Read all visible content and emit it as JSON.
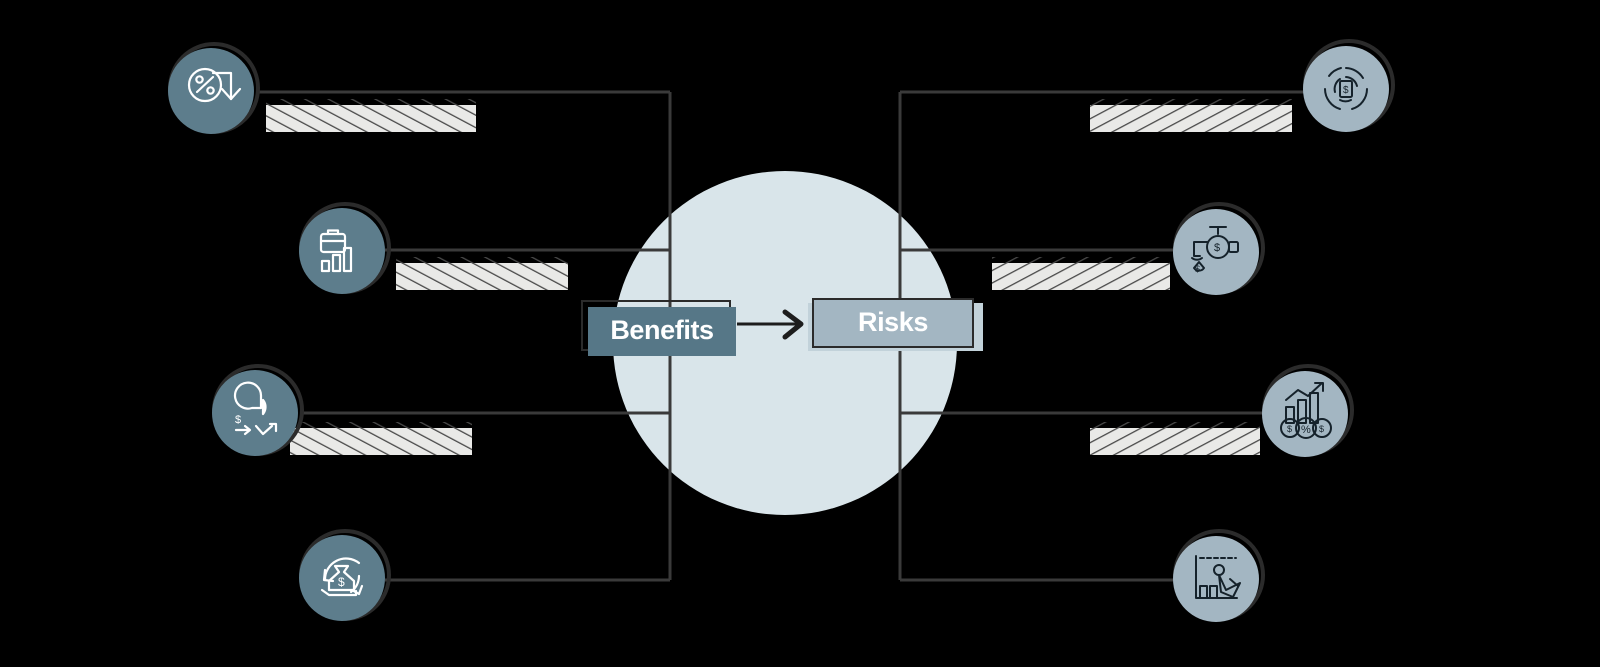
{
  "diagram": {
    "type": "comparison-mindmap",
    "title_center_left": "Benefits",
    "title_center_right": "Risks",
    "colors": {
      "background": "#000000",
      "center_circle": "#d9e5ea",
      "left_node_fill": "#5d7d8c",
      "left_node_stroke": "#2b2b2b",
      "right_node_fill": "#a3b6c2",
      "right_node_stroke": "#2b2b2b",
      "benefits_box_fill": "#567787",
      "risks_box_fill": "#a3b6c2",
      "connector_line": "#3a3a3a",
      "placeholder_bar": "#e9e9e7",
      "hatch_line": "#4a4a4a",
      "label_text": "#ffffff"
    }
  },
  "left_branch": {
    "heading": "Benefits",
    "items": [
      {
        "icon": "percent-down-arrow-icon",
        "placeholder": ""
      },
      {
        "icon": "briefcase-bar-chart-icon",
        "placeholder": ""
      },
      {
        "icon": "pie-chart-dollar-hand-icon",
        "placeholder": ""
      },
      {
        "icon": "money-bag-recycle-hand-icon",
        "placeholder": ""
      }
    ]
  },
  "right_branch": {
    "heading": "Risks",
    "items": [
      {
        "icon": "dollar-target-circle-icon",
        "placeholder": ""
      },
      {
        "icon": "faucet-dollar-drip-icon",
        "placeholder": ""
      },
      {
        "icon": "rising-bars-coins-percent-icon",
        "placeholder": ""
      },
      {
        "icon": "declining-chart-hand-icon",
        "placeholder": ""
      }
    ]
  },
  "center": {
    "arrow": "arrow-right-icon"
  }
}
